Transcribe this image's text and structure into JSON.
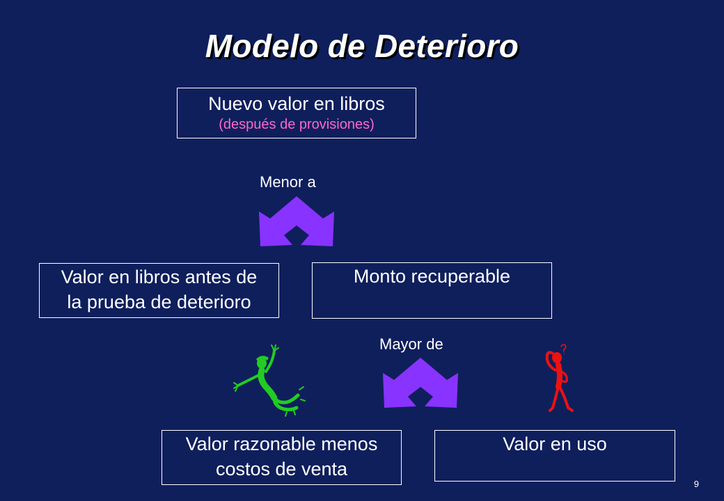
{
  "slide": {
    "title": "Modelo de Deterioro",
    "page_number": "9"
  },
  "diagram": {
    "top_box": {
      "line1": "Nuevo valor en libros",
      "line2": "(después de provisiones)"
    },
    "comparison_1": "Menor a",
    "left_box": {
      "line1": "Valor en libros antes de",
      "line2": "la prueba de deterioro"
    },
    "right_box": {
      "line1": "Monto recuperable"
    },
    "comparison_2": "Mayor de",
    "bottom_left_box": {
      "line1": "Valor razonable menos",
      "line2": "costos de venta"
    },
    "bottom_right_box": {
      "line1": "Valor en uso"
    }
  },
  "colors": {
    "background": "#0f1f5c",
    "arrow": "#8833ff",
    "subtext": "#ff66cc",
    "happy_figure": "#22cc22",
    "confused_figure": "#ee1111"
  },
  "icons": {
    "arrow_1": "split-arrow-icon",
    "arrow_2": "split-arrow-icon",
    "figure_left": "cheering-stick-figure-icon",
    "figure_right": "confused-stick-figure-icon"
  }
}
